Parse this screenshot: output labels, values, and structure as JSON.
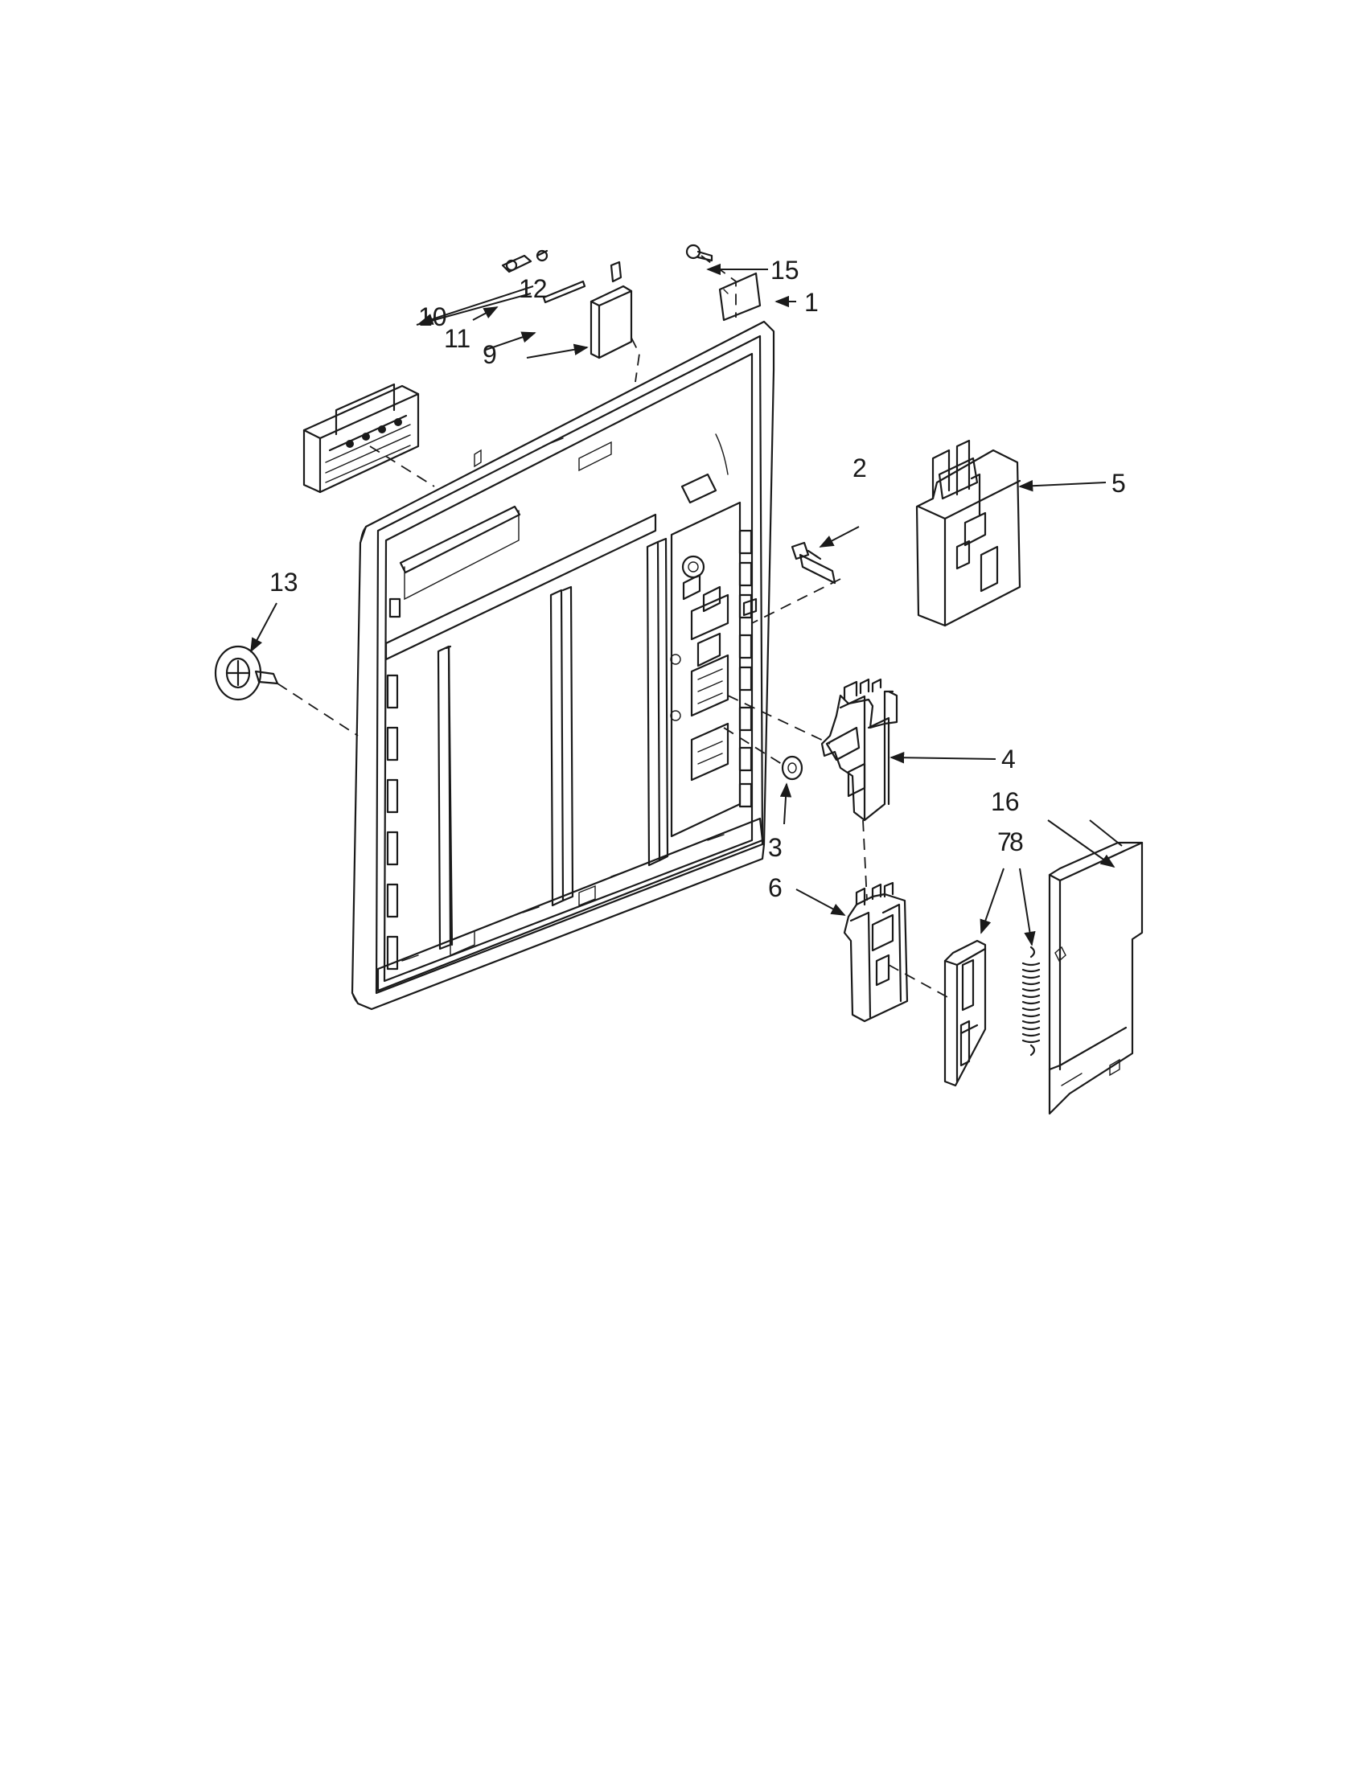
{
  "diagram": {
    "callouts": [
      {
        "id": "1",
        "label": "1"
      },
      {
        "id": "2",
        "label": "2"
      },
      {
        "id": "3",
        "label": "3"
      },
      {
        "id": "4",
        "label": "4"
      },
      {
        "id": "5",
        "label": "5"
      },
      {
        "id": "6",
        "label": "6"
      },
      {
        "id": "7",
        "label": "7"
      },
      {
        "id": "8",
        "label": "8"
      },
      {
        "id": "9",
        "label": "9"
      },
      {
        "id": "10",
        "label": "10"
      },
      {
        "id": "11",
        "label": "11"
      },
      {
        "id": "12",
        "label": "12"
      },
      {
        "id": "13",
        "label": "13"
      },
      {
        "id": "15",
        "label": "15"
      },
      {
        "id": "16",
        "label": "16"
      }
    ]
  }
}
